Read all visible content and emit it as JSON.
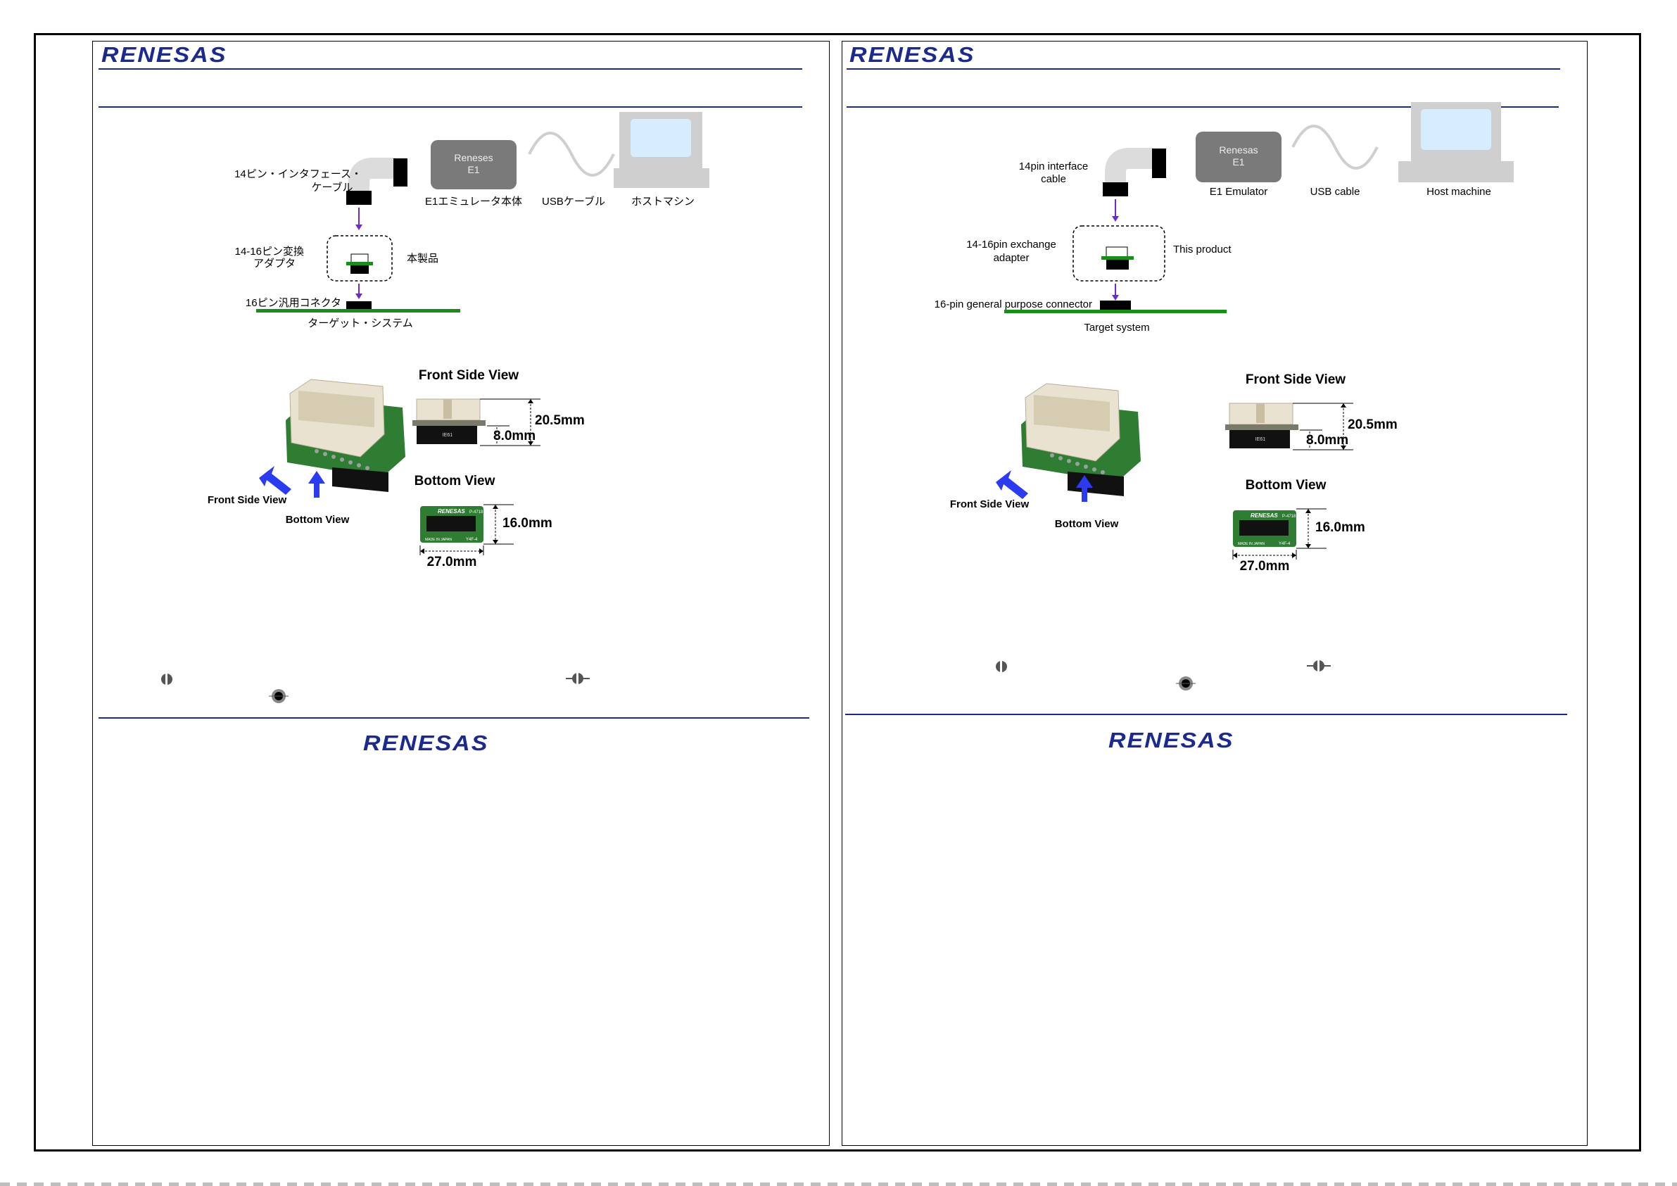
{
  "brand": {
    "logo_text": "RENESAS"
  },
  "jp": {
    "diagram": {
      "cable_label_1": "14ピン・インタフェース・",
      "cable_label_2": "ケーブル",
      "emulator_box_1": "Reneses",
      "emulator_box_2": "E1",
      "emulator_caption": "E1エミュレータ本体",
      "usb_caption": "USBケーブル",
      "host_caption": "ホストマシン",
      "adapter_label_1": "14-16ピン変換",
      "adapter_label_2": "アダプタ",
      "product_label": "本製品",
      "connector_label": "16ピン汎用コネクタ",
      "target_label": "ターゲット・システム"
    }
  },
  "en": {
    "diagram": {
      "cable_label_1": "14pin interface",
      "cable_label_2": "cable",
      "emulator_box_1": "Renesas",
      "emulator_box_2": "E1",
      "emulator_caption": "E1 Emulator",
      "usb_caption": "USB cable",
      "host_caption": "Host machine",
      "adapter_label_1": "14-16pin exchange",
      "adapter_label_2": "adapter",
      "product_label": "This product",
      "connector_label": "16-pin general purpose connector",
      "target_label": "Target system"
    }
  },
  "photos": {
    "front_side_view_title": "Front Side View",
    "bottom_view_title": "Bottom View",
    "front_side_view_arrow": "Front Side View",
    "bottom_view_arrow": "Bottom View",
    "height_total": "20.5mm",
    "height_lower": "8.0mm",
    "depth": "16.0mm",
    "width": "27.0mm",
    "board_print": "RENESAS",
    "board_part": "P-4718",
    "board_origin": "MADE IN JAPAN",
    "board_code": "Y4F-4",
    "pcb_label": "IE61"
  },
  "colors": {
    "brand_blue": "#1b2a8f",
    "arrow_blue": "#2b3cf0",
    "target_green": "#1a8c1a",
    "pointer_purple": "#6a2bd6",
    "pcb_green": "#2e7d32",
    "connector_beige": "#e9e2d0"
  }
}
